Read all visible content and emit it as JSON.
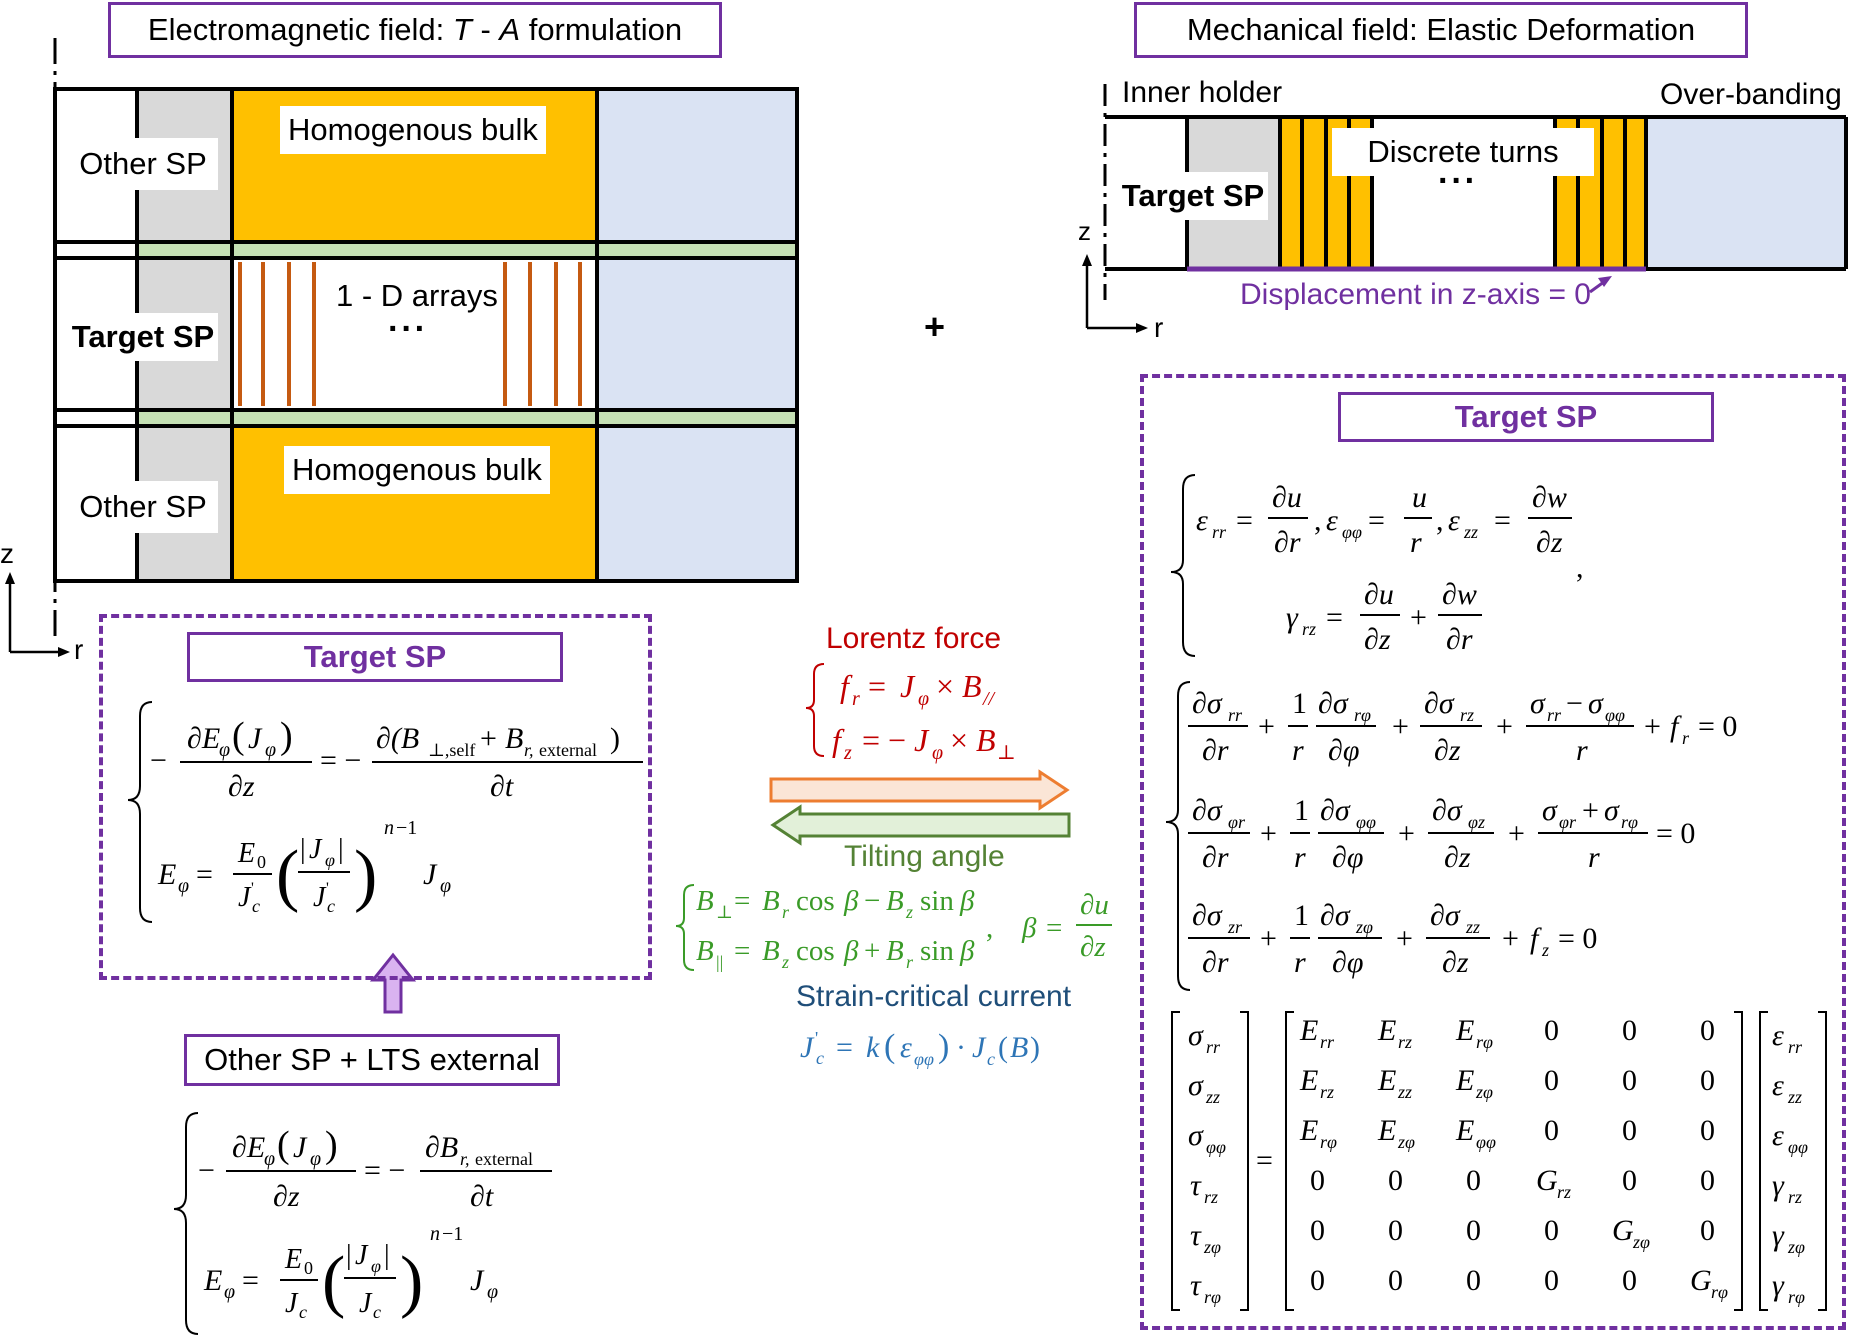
{
  "left": {
    "title_prefix": "Electromagnetic field: ",
    "title_T": "T",
    "title_sep": " - ",
    "title_A": "A",
    "title_suffix": " formulation",
    "other_sp_top": "Other SP",
    "other_sp_bottom": "Other SP",
    "target_sp": "Target SP",
    "bulk_top": "Homogenous bulk",
    "bulk_bottom": "Homogenous bulk",
    "arrays": "1 - D arrays",
    "ellipsis": "···",
    "axis_z": "z",
    "axis_r": "r"
  },
  "left_panel": {
    "title": "Target SP"
  },
  "left_lower": {
    "title": "Other SP + LTS external"
  },
  "plus": "+",
  "coupling": {
    "lorentz_title": "Lorentz force",
    "tilting_title": "Tilting angle",
    "strain_title": "Strain-critical current"
  },
  "right": {
    "title": "Mechanical field: Elastic Deformation",
    "inner_holder": "Inner holder",
    "over_banding": "Over-banding",
    "target_sp": "Target SP",
    "discrete_turns": "Discrete turns",
    "ellipsis": "···",
    "displacement": "Displacement in z-axis = 0",
    "axis_z": "z",
    "axis_r": "r"
  },
  "right_panel": {
    "title": "Target SP"
  },
  "colors": {
    "purple": "#7030a0",
    "yellow": "#ffc000",
    "gray": "#d9d9d9",
    "light_blue": "#dae3f3",
    "green": "#c5e0b4",
    "copper": "#c55a11",
    "red": "#c00000",
    "dark_green": "#548235",
    "blue": "#1f4e79"
  }
}
